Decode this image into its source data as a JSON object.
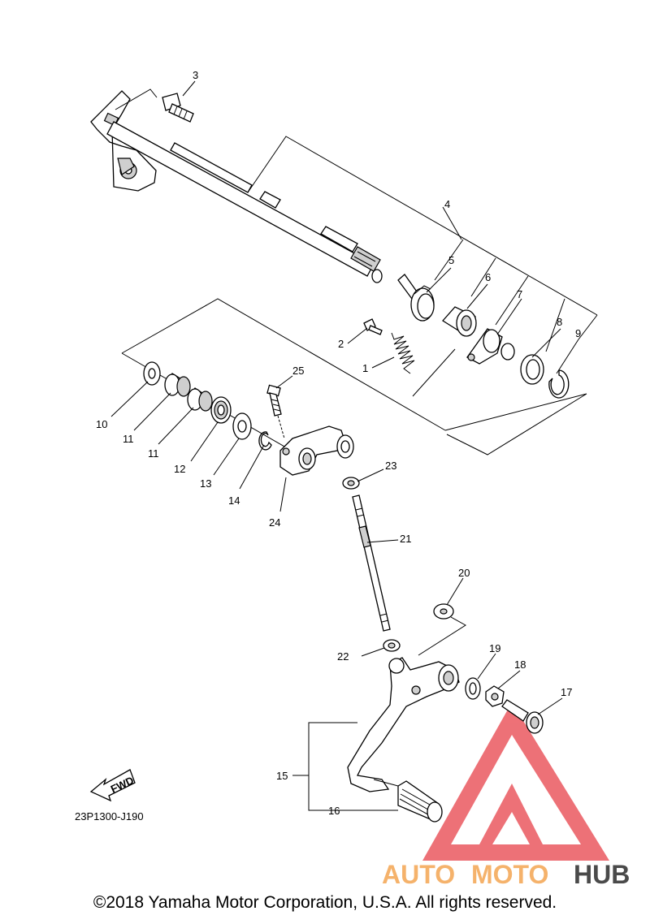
{
  "diagram": {
    "part_numbers": [
      "1",
      "2",
      "3",
      "4",
      "5",
      "6",
      "7",
      "8",
      "9",
      "10",
      "11",
      "11",
      "12",
      "13",
      "14",
      "15",
      "16",
      "17",
      "18",
      "19",
      "20",
      "21",
      "22",
      "23",
      "24",
      "25"
    ],
    "fwd_label": "FWD",
    "diagram_code": "23P1300-J190"
  },
  "watermark": {
    "brand_part1": "AUTO",
    "brand_part2": "MOTO",
    "brand_part3": "HUB",
    "colors": {
      "orange": "#f5b26b",
      "red": "#e8424a",
      "gray": "#4a4a4a"
    }
  },
  "footer": {
    "copyright": "©2018 Yamaha Motor Corporation, U.S.A. All rights reserved."
  }
}
